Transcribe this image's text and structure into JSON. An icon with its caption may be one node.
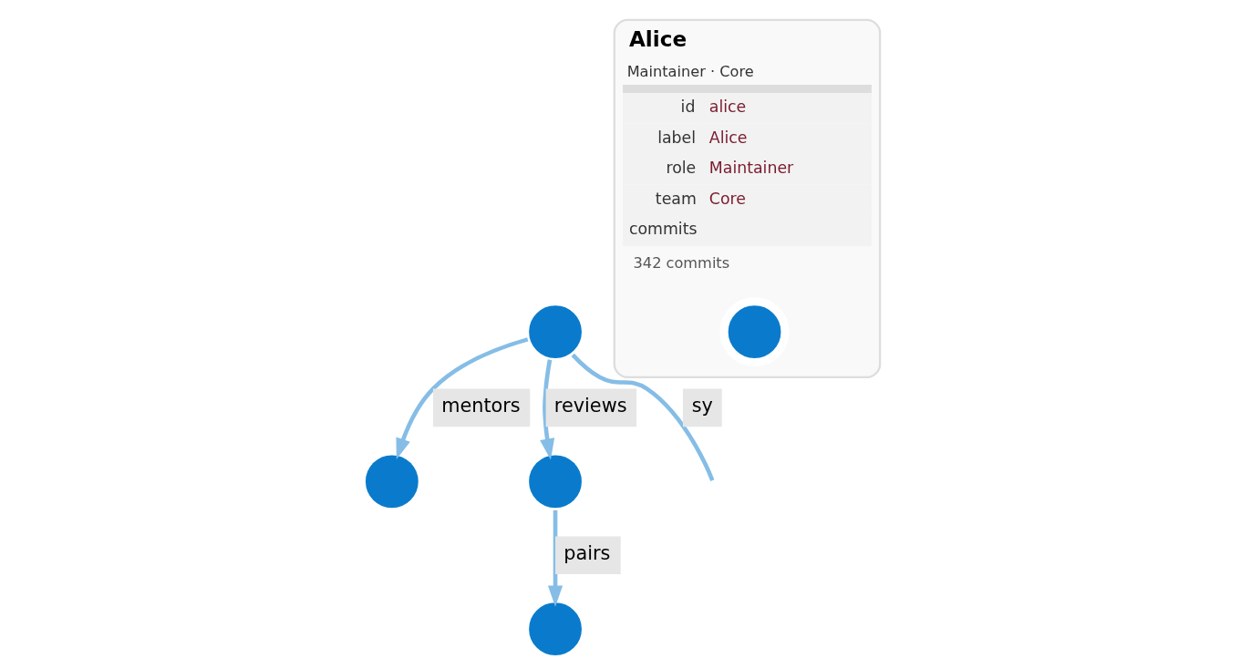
{
  "diagram": {
    "nodes": [
      {
        "text": [],
        "shape": "circle"
      },
      {
        "text": [],
        "shape": "circle"
      },
      {
        "text": [],
        "shape": "circle"
      },
      {
        "text": [],
        "shape": "circle"
      },
      {
        "text": [
          "Alice",
          "Maintainer · Core",
          "id",
          "alice",
          "label",
          "Alice",
          "role",
          "Maintainer",
          "team",
          "Core",
          "commits",
          "342 commits"
        ]
      },
      {
        "text": [],
        "shape": "circle",
        "in": 4
      }
    ],
    "edges": [
      {
        "from": 1,
        "to": 0,
        "arrow": "to",
        "label": "mentors"
      },
      {
        "from": 1,
        "to": null,
        "arrow": "none",
        "label": "sy"
      },
      {
        "from": 1,
        "to": 2,
        "arrow": "to",
        "label": "reviews"
      },
      {
        "from": 2,
        "to": 3,
        "arrow": "to",
        "label": "pairs"
      }
    ]
  }
}
